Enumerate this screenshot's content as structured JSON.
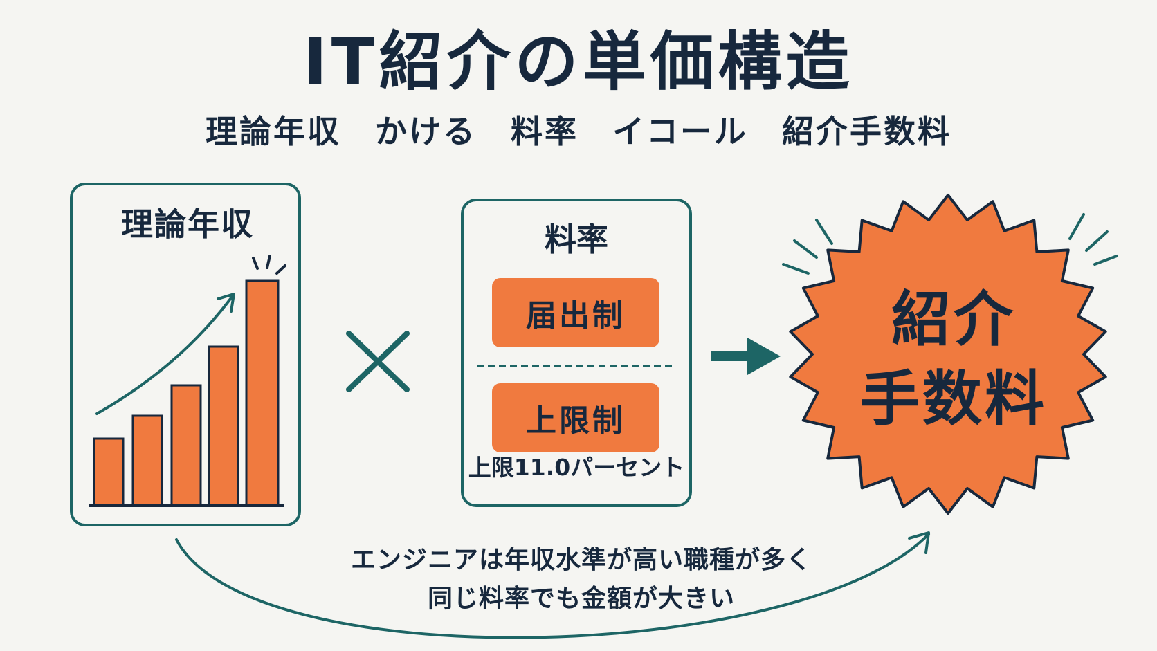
{
  "title": "IT紹介の単価構造",
  "formula": "理論年収　かける　料率　イコール　紹介手数料",
  "income_box": {
    "title": "理論年収"
  },
  "operator_icon": "multiply-icon",
  "rate_box": {
    "title": "料率",
    "options": [
      "届出制",
      "上限制"
    ],
    "cap_note": "上限11.0パーセント"
  },
  "result_arrow_icon": "arrow-right-icon",
  "fee_badge": {
    "line1": "紹介",
    "line2": "手数料"
  },
  "note": {
    "line1": "エンジニアは年収水準が高い職種が多く",
    "line2": "同じ料率でも金額が大きい"
  },
  "colors": {
    "background": "#f5f5f2",
    "accent_orange": "#f07a3f",
    "teal": "#1d6565",
    "text_navy": "#17283d"
  }
}
